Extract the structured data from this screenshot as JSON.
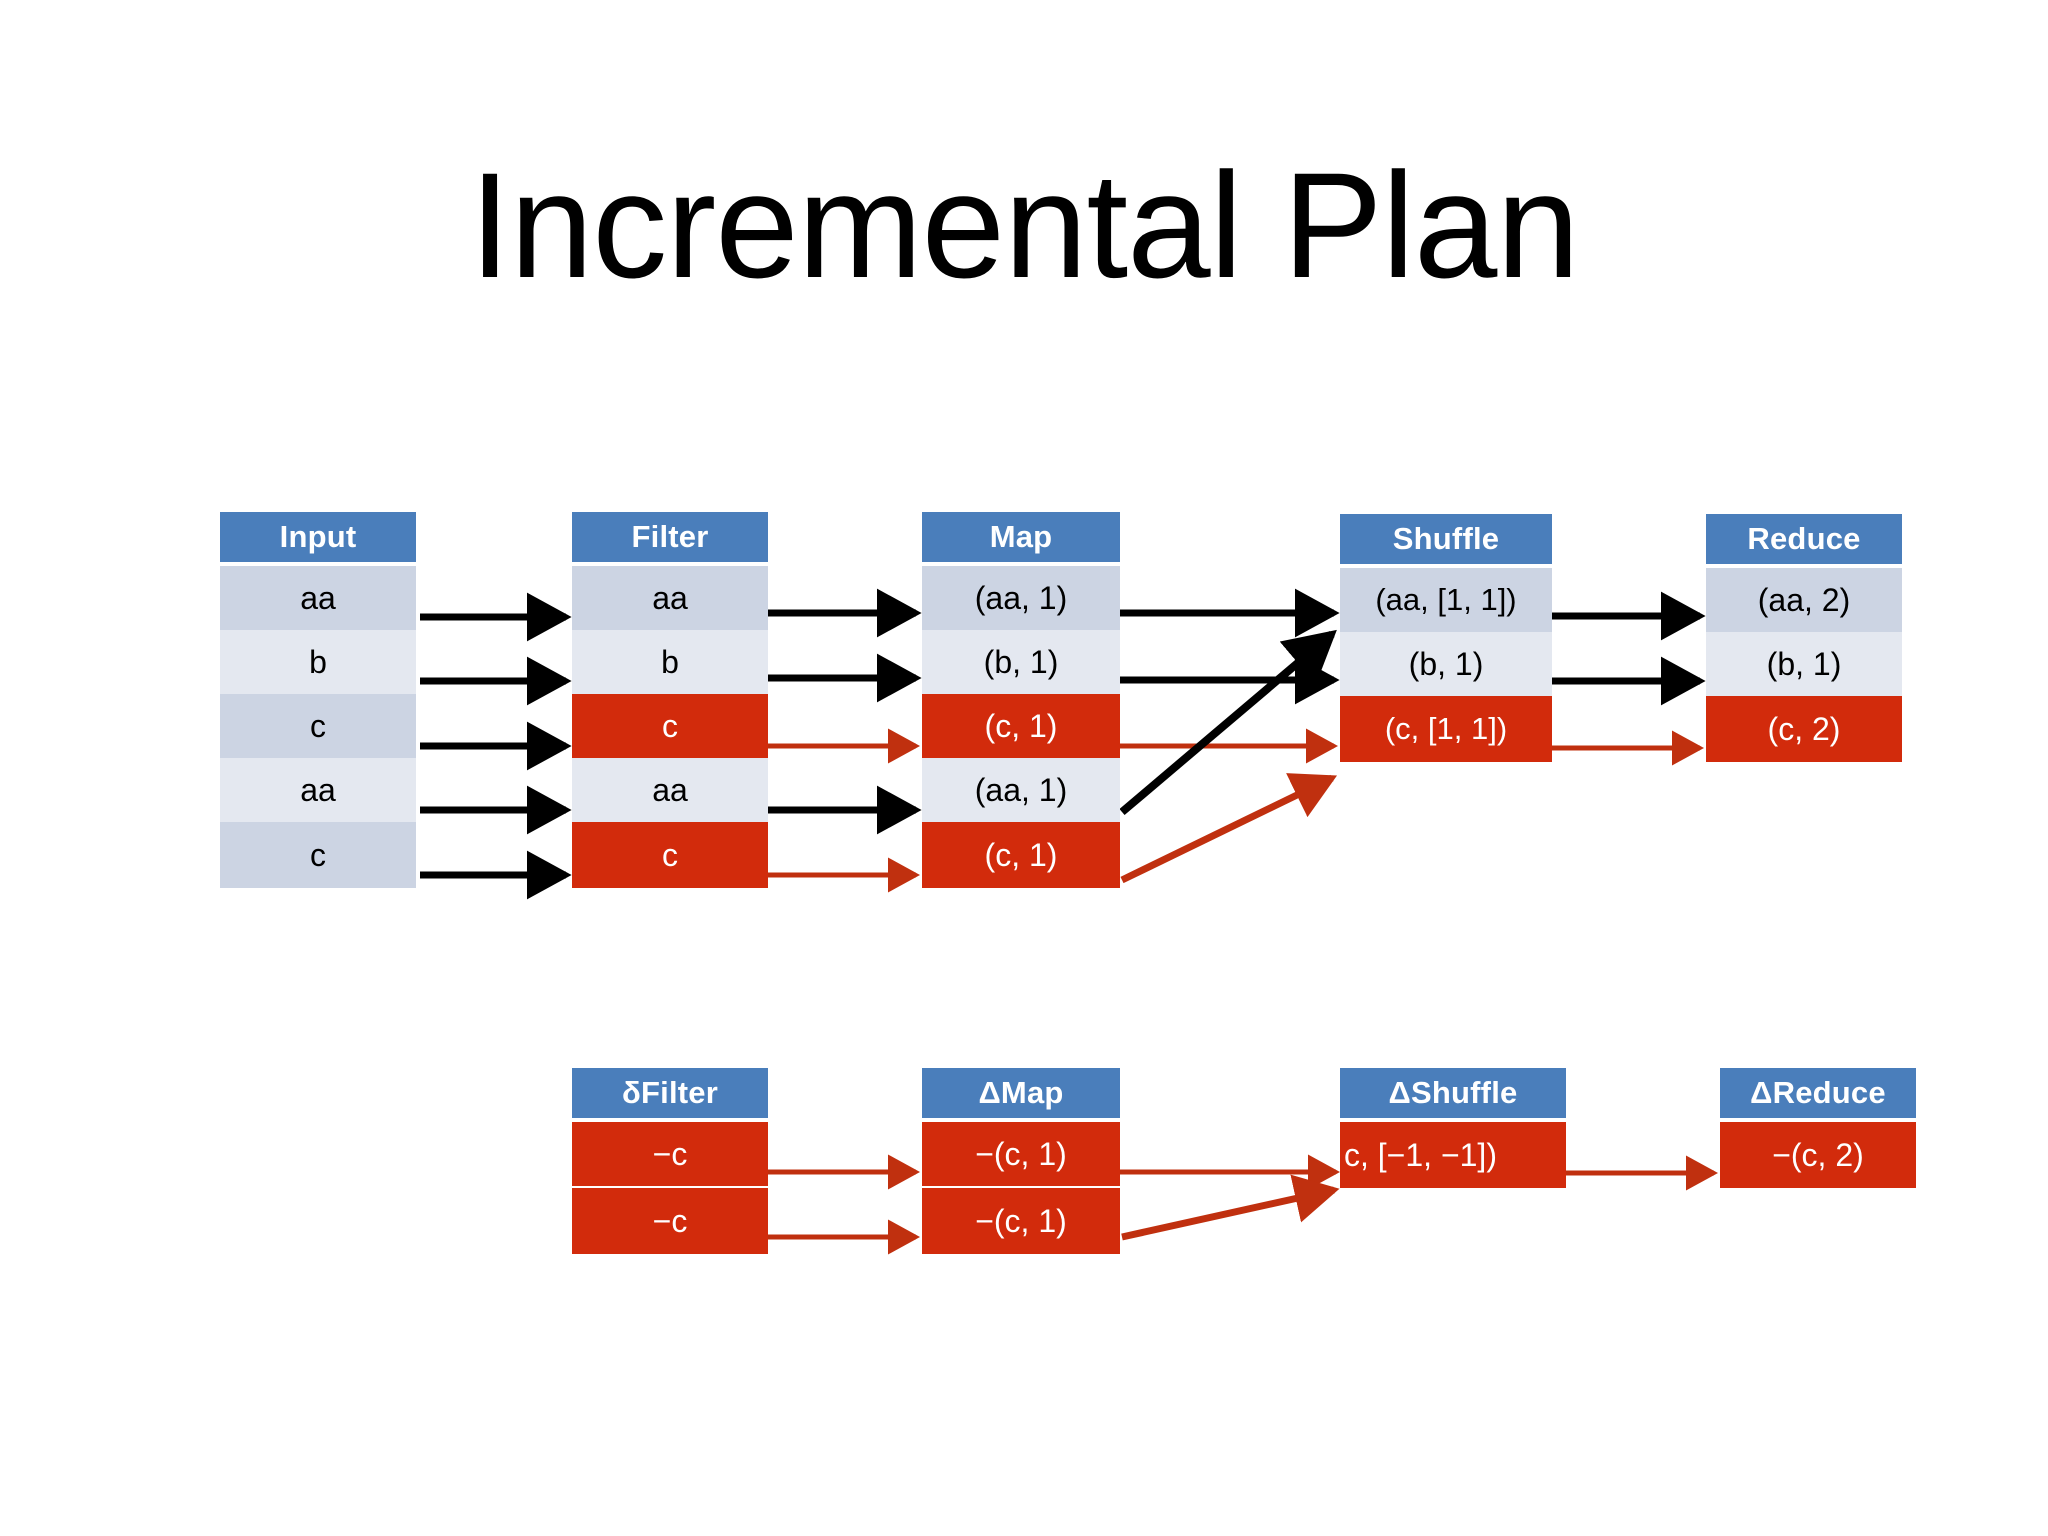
{
  "slide": {
    "title": "Incremental Plan",
    "colors": {
      "header_blue": "#4a7ebb",
      "row_dark": "#ccd4e3",
      "row_light": "#e4e8f0",
      "delta_red": "#d22b0c",
      "arrow_black": "#000000",
      "arrow_red": "#c0300f",
      "background": "#ffffff",
      "header_text": "#ffffff"
    }
  },
  "pipeline_main": {
    "columns": [
      {
        "id": "input",
        "header": "Input",
        "rows": [
          {
            "value": "aa",
            "style": "dark"
          },
          {
            "value": "b",
            "style": "light"
          },
          {
            "value": "c",
            "style": "dark"
          },
          {
            "value": "aa",
            "style": "light"
          },
          {
            "value": "c",
            "style": "dark"
          }
        ]
      },
      {
        "id": "filter",
        "header": "Filter",
        "rows": [
          {
            "value": "aa",
            "style": "dark"
          },
          {
            "value": "b",
            "style": "light"
          },
          {
            "value": "c",
            "style": "red"
          },
          {
            "value": "aa",
            "style": "light"
          },
          {
            "value": "c",
            "style": "red"
          }
        ]
      },
      {
        "id": "map",
        "header": "Map",
        "rows": [
          {
            "value": "(aa, 1)",
            "style": "dark"
          },
          {
            "value": "(b, 1)",
            "style": "light"
          },
          {
            "value": "(c, 1)",
            "style": "red"
          },
          {
            "value": "(aa, 1)",
            "style": "light"
          },
          {
            "value": "(c, 1)",
            "style": "red"
          }
        ]
      },
      {
        "id": "shuffle",
        "header": "Shuffle",
        "rows": [
          {
            "value": "(aa, [1, 1])",
            "style": "dark"
          },
          {
            "value": "(b, 1)",
            "style": "light"
          },
          {
            "value": "(c, [1, 1])",
            "style": "red"
          }
        ]
      },
      {
        "id": "reduce",
        "header": "Reduce",
        "rows": [
          {
            "value": "(aa, 2)",
            "style": "dark"
          },
          {
            "value": "(b, 1)",
            "style": "light"
          },
          {
            "value": "(c, 2)",
            "style": "red"
          }
        ]
      }
    ]
  },
  "pipeline_delta": {
    "columns": [
      {
        "id": "delta-filter",
        "header": "δFilter",
        "rows": [
          {
            "value": "−c",
            "style": "red"
          },
          {
            "value": "−c",
            "style": "red"
          }
        ]
      },
      {
        "id": "delta-map",
        "header": "ΔMap",
        "rows": [
          {
            "value": "−(c, 1)",
            "style": "red"
          },
          {
            "value": "−(c, 1)",
            "style": "red"
          }
        ]
      },
      {
        "id": "delta-shuffle",
        "header": "ΔShuffle",
        "rows": [
          {
            "value": "c, [−1, −1])",
            "style": "red"
          }
        ]
      },
      {
        "id": "delta-reduce",
        "header": "ΔReduce",
        "rows": [
          {
            "value": "−(c, 2)",
            "style": "red"
          }
        ]
      }
    ]
  }
}
